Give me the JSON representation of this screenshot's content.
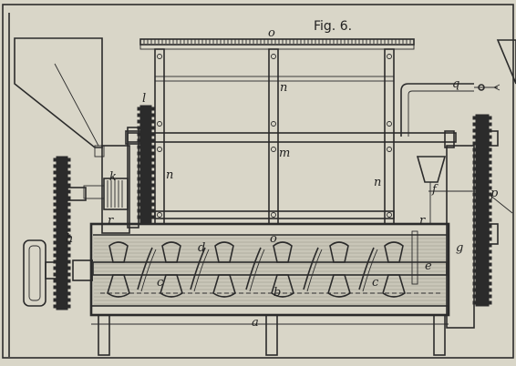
{
  "figure": {
    "title": "Fig. 6."
  },
  "labels": {
    "a": "a",
    "b": "b",
    "c1": "c",
    "c2": "c",
    "d": "d",
    "e": "e",
    "g": "g",
    "h": "h",
    "k": "k",
    "l": "l",
    "m": "m",
    "n1": "n",
    "n2": "n",
    "n3": "n",
    "o_top": "o",
    "o_mid": "o",
    "p": "p",
    "q": "q",
    "r1": "r",
    "r2": "r",
    "f": "f"
  },
  "colors": {
    "paper": "#d9d6c8",
    "ink": "#2b2b2b",
    "water": "#c9c6b8"
  }
}
